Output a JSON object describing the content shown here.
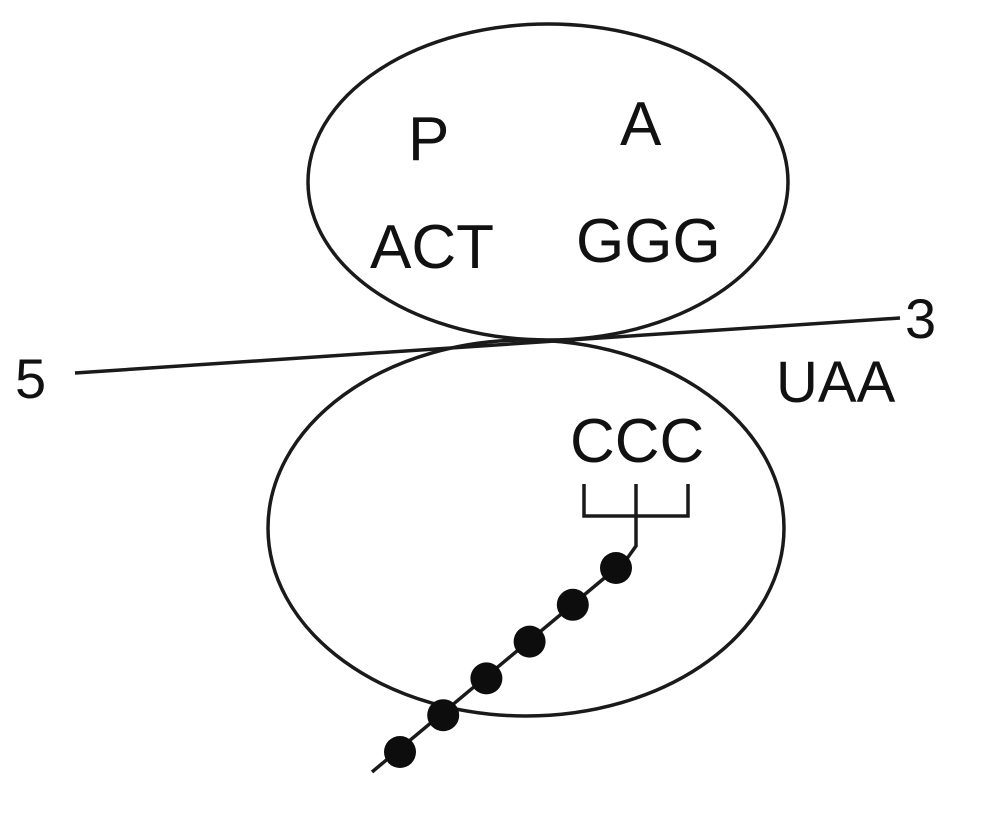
{
  "labels": {
    "p_site": "P",
    "a_site": "A",
    "p_codon": "ACT",
    "a_codon": "GGG",
    "five_end": "5",
    "three_end": "3",
    "stop_codon": "UAA",
    "anticodon": "CCC"
  },
  "chain": {
    "bead_count": 6
  },
  "colors": {
    "ink": "#111111",
    "background": "#ffffff"
  }
}
